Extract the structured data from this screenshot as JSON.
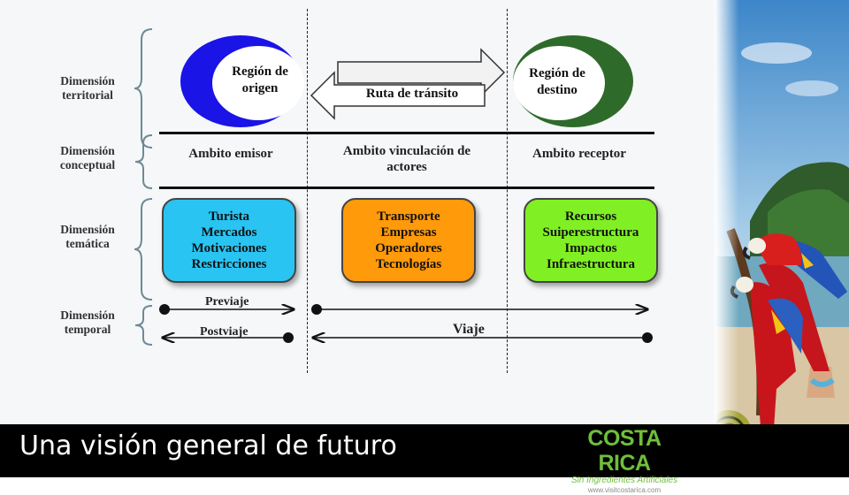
{
  "dimensions": [
    {
      "label_line1": "Dimensión",
      "label_line2": "territorial"
    },
    {
      "label_line1": "Dimensión",
      "label_line2": "conceptual"
    },
    {
      "label_line1": "Dimensión",
      "label_line2": "temática"
    },
    {
      "label_line1": "Dimensión",
      "label_line2": "temporal"
    }
  ],
  "territorial": {
    "origin_line1": "Región de",
    "origin_line2": "origen",
    "destination_line1": "Región de",
    "destination_line2": "destino",
    "transit": "Ruta de tránsito",
    "colors": {
      "origin": "#1a14e6",
      "destination": "#2e6b2a"
    }
  },
  "conceptual": {
    "emisor": "Ambito emisor",
    "vinculacion_line1": "Ambito vinculación de",
    "vinculacion_line2": "actores",
    "receptor": "Ambito receptor"
  },
  "tematica": {
    "boxes": [
      {
        "color": "#29c4f2",
        "items": [
          "Turista",
          "Mercados",
          "Motivaciones",
          "Restricciones"
        ]
      },
      {
        "color": "#ff9a0a",
        "items": [
          "Transporte",
          "Empresas",
          "Operadores",
          "Tecnologías"
        ]
      },
      {
        "color": "#80f024",
        "items": [
          "Recursos",
          "Suiperestructura",
          "Impactos",
          "Infraestructura"
        ]
      }
    ]
  },
  "temporal": {
    "previaje": "Previaje",
    "postviaje": "Postviaje",
    "viaje": "Viaje"
  },
  "footer": {
    "title": "Una visión general de futuro",
    "logo_line1": "COSTA RICA",
    "logo_line2": "Sin Ingredientes Artificiales",
    "logo_line3": "www.visitcostarica.com"
  }
}
